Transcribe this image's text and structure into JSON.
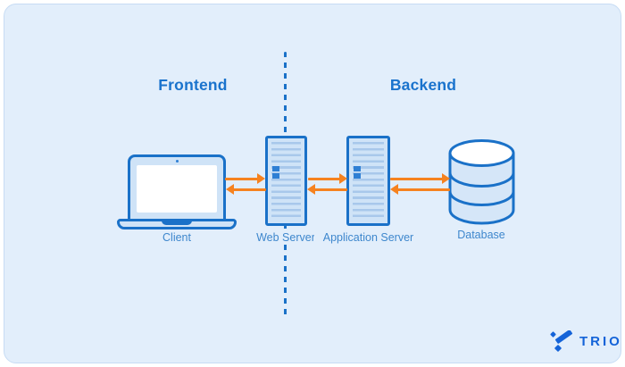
{
  "colors": {
    "card_bg": "#e2eefb",
    "card_border": "#c7dcf4",
    "outline_blue": "#1a71c8",
    "component_fill": "#cfe3f7",
    "stripe_blue": "#a8c8eb",
    "chip_blue": "#2e7fd4",
    "arrow_orange": "#f6821f",
    "heading_blue": "#1a73cd",
    "label_blue": "#3e87cd",
    "logo_blue": "#1463d8",
    "screen_white": "#ffffff",
    "db_fill": "#d5e6f8"
  },
  "sections": {
    "frontend": {
      "label": "Frontend"
    },
    "backend": {
      "label": "Backend"
    }
  },
  "nodes": [
    {
      "id": "client",
      "label": "Client",
      "icon": "laptop-icon"
    },
    {
      "id": "web-server",
      "label": "Web Server",
      "icon": "server-tower-icon"
    },
    {
      "id": "application-server",
      "label": "Application Server",
      "icon": "server-tower-icon"
    },
    {
      "id": "database",
      "label": "Database",
      "icon": "database-cylinder-icon"
    }
  ],
  "connections": [
    {
      "from": "client",
      "to": "web-server",
      "bidirectional": true
    },
    {
      "from": "web-server",
      "to": "application-server",
      "bidirectional": true
    },
    {
      "from": "application-server",
      "to": "database",
      "bidirectional": true
    }
  ],
  "divider": {
    "style": "dashed",
    "separates": [
      "Frontend",
      "Backend"
    ]
  },
  "logo": {
    "text": "TRIO",
    "icon": "trio-diamond-icon"
  }
}
